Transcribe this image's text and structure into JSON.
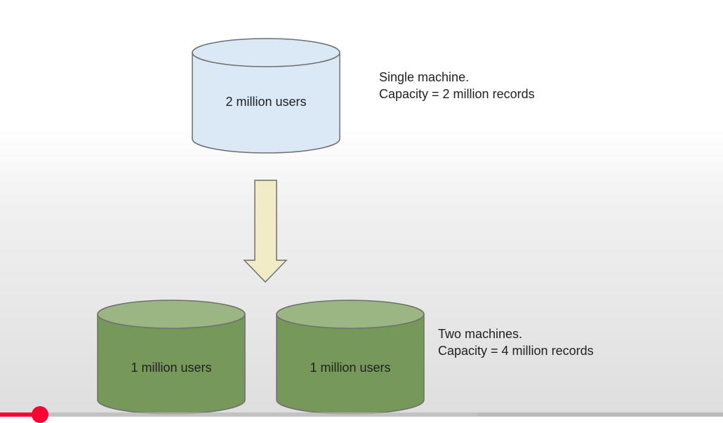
{
  "top_db": {
    "label": "2 million users",
    "fill": "#dbe8f6",
    "stroke": "#6f6f6f"
  },
  "top_note": {
    "line1": "Single machine.",
    "line2": "Capacity = 2 million records"
  },
  "arrow": {
    "fill": "#f1ecc6",
    "stroke": "#6f6f6f",
    "direction": "down"
  },
  "bottom_dbs": [
    {
      "label": "1 million users",
      "fill": "#76995b",
      "top_fill": "#9cb683"
    },
    {
      "label": "1 million users",
      "fill": "#76995b",
      "top_fill": "#9cb683"
    }
  ],
  "bottom_note": {
    "line1": "Two machines.",
    "line2": "Capacity = 4 million records"
  },
  "video_progress": {
    "played_fraction": 0.055,
    "buffered_fraction": 0.66,
    "accent_color": "#ff0033"
  }
}
